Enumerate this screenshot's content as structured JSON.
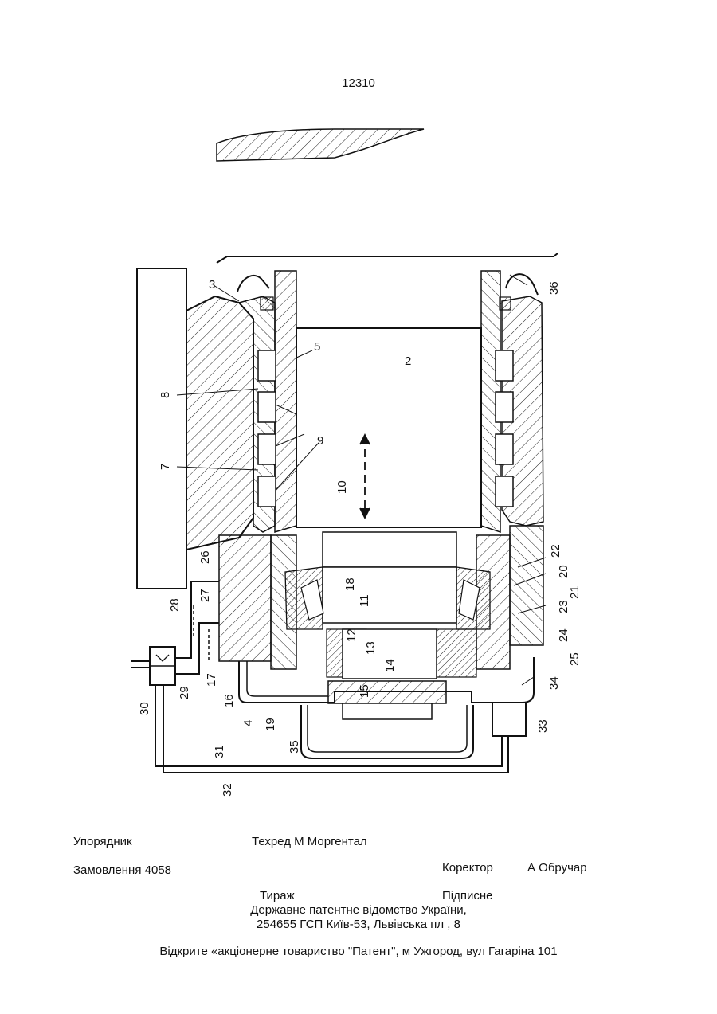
{
  "page_number": "12310",
  "figure_labels": {
    "n2": "2",
    "n3": "3",
    "n4": "4",
    "n5": "5",
    "n7": "7",
    "n8": "8",
    "n9": "9",
    "n10": "10",
    "n11": "11",
    "n12": "12",
    "n13": "13",
    "n14": "14",
    "n15": "15",
    "n16": "16",
    "n17": "17",
    "n18": "18",
    "n19": "19",
    "n20": "20",
    "n21": "21",
    "n22": "22",
    "n23": "23",
    "n24": "24",
    "n25": "25",
    "n26": "26",
    "n27": "27",
    "n28": "28",
    "n29": "29",
    "n30": "30",
    "n31": "31",
    "n32": "32",
    "n33": "33",
    "n34": "34",
    "n35": "35",
    "n36": "36"
  },
  "footer": {
    "compiler_label": "Упорядник",
    "techred": "Техред М Моргентал",
    "order": "Замовлення  4058",
    "corrector_label": "Коректор",
    "corrector_name": "А Обручар",
    "circulation": "Тираж",
    "subscription": "Підписне",
    "office": "Державне  патентне  відомство  України,",
    "address": "254655  ГСП   Київ-53, Львівська пл , 8",
    "publisher": "Відкрите «акціонерне товариство   \"Патент\", м Ужгород, вул Гагаріна  101"
  }
}
